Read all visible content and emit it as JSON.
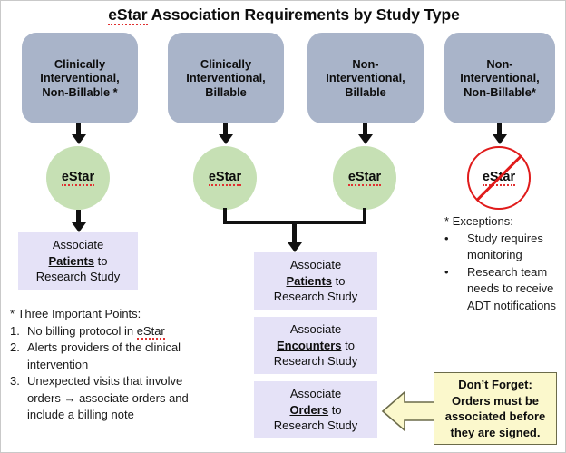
{
  "title": {
    "highlight": "eStar",
    "rest": " Association Requirements by Study Type"
  },
  "colors": {
    "study_box": "#a9b4c9",
    "estar_circle": "#c6e0b4",
    "assoc_box": "#e5e2f7",
    "callout": "#fbf8cc",
    "blocked_red": "#e01b1b",
    "arrow": "#111111"
  },
  "columns": [
    {
      "id": "clinically-interventional-non-billable",
      "study_type_lines": [
        "Clinically",
        "Interventional,",
        "Non-Billable *"
      ],
      "estar_label": "eStar",
      "estar_blocked": false
    },
    {
      "id": "clinically-interventional-billable",
      "study_type_lines": [
        "Clinically",
        "Interventional,",
        "Billable"
      ],
      "estar_label": "eStar",
      "estar_blocked": false
    },
    {
      "id": "non-interventional-billable",
      "study_type_lines": [
        "Non-",
        "Interventional,",
        "Billable"
      ],
      "estar_label": "eStar",
      "estar_blocked": false
    },
    {
      "id": "non-interventional-non-billable",
      "study_type_lines": [
        "Non-",
        "Interventional,",
        "Non-Billable*"
      ],
      "estar_label": "eStar",
      "estar_blocked": true
    }
  ],
  "association_boxes": [
    {
      "id": "assoc-patients-left",
      "line1": "Associate",
      "emphasis": "Patients",
      "line2_suffix": " to",
      "line3": "Research Study"
    },
    {
      "id": "assoc-patients-center",
      "line1": "Associate",
      "emphasis": "Patients",
      "line2_suffix": " to",
      "line3": "Research Study"
    },
    {
      "id": "assoc-encounters-center",
      "line1": "Associate",
      "emphasis": "Encounters",
      "line2_suffix": " to",
      "line3": "Research Study"
    },
    {
      "id": "assoc-orders-center",
      "line1": "Associate",
      "emphasis": "Orders",
      "line2_suffix": " to",
      "line3": "Research Study"
    }
  ],
  "important_points": {
    "header": "* Three Important Points:",
    "items": [
      {
        "num": "1.",
        "lines": [
          "No billing protocol in eStar"
        ],
        "squiggle_word": "eStar"
      },
      {
        "num": "2.",
        "lines": [
          "Alerts providers of the clinical",
          "intervention"
        ]
      },
      {
        "num": "3.",
        "lines": [
          "Unexpected visits that involve",
          "orders → associate orders and",
          "include a billing note"
        ]
      }
    ]
  },
  "exceptions": {
    "header": "* Exceptions:",
    "bullet": "•",
    "items": [
      [
        "Study requires",
        "monitoring"
      ],
      [
        "Research team",
        "needs to receive",
        "ADT notifications"
      ]
    ]
  },
  "callout": {
    "lines": [
      "Don’t Forget:",
      "Orders must be",
      "associated before",
      "they are signed."
    ]
  }
}
